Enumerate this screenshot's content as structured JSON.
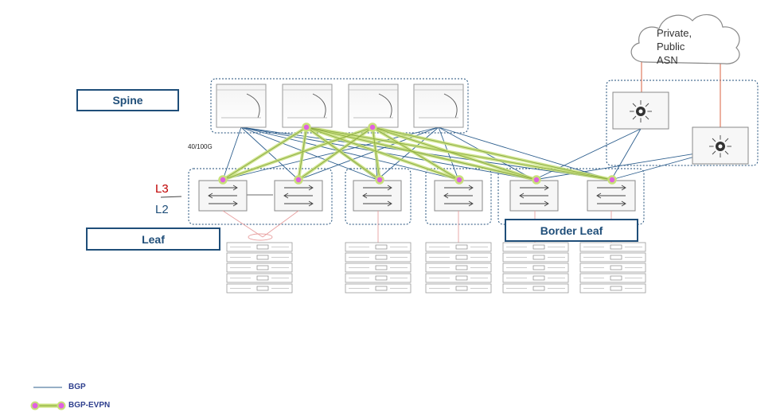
{
  "labels": {
    "spine": "Spine",
    "leaf": "Leaf",
    "border_leaf": "Border Leaf",
    "speed": "40/100G",
    "l3": "L3",
    "l2": "L2",
    "cloud_line1": "Private,",
    "cloud_line2": "Public",
    "cloud_line3": "ASN"
  },
  "legend": {
    "bgp": "BGP",
    "bgp_evpn": "BGP-EVPN"
  },
  "colors": {
    "bgp_line": "#2e5f8e",
    "evpn_glow": "#c8e07a",
    "evpn_node": "#e060e0",
    "label_blue": "#1f4e79",
    "l3_red": "#c00000",
    "uplink_orange": "#e07a5f",
    "server_link": "#e8a0a0"
  }
}
